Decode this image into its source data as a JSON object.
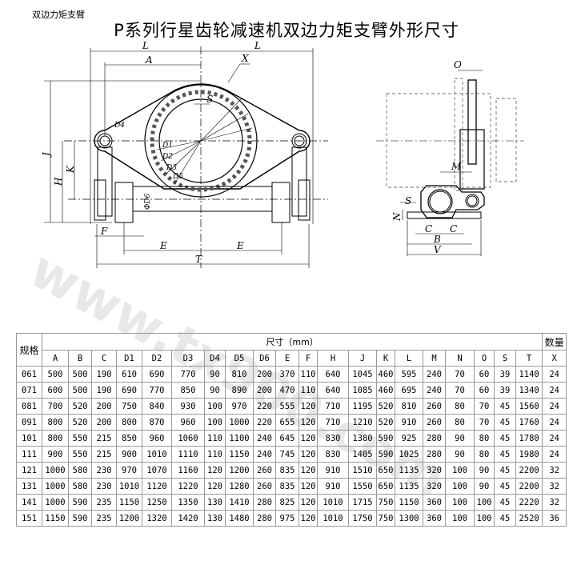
{
  "top_label": "双边力矩支臂",
  "title": "P系列行星齿轮减速机双边力矩支臂外形尺寸",
  "watermark": "www.tx900.com",
  "drawing_labels": {
    "L": "L",
    "A": "A",
    "X": "X",
    "S": "S",
    "D4": "D4",
    "D1": "D1",
    "D2": "D2",
    "D3": "D3",
    "D5": "D5",
    "D6": "ΦD6",
    "J": "J",
    "H": "H",
    "K": "K",
    "F": "F",
    "E": "E",
    "T": "T",
    "O": "O",
    "M": "M",
    "N": "N",
    "C": "C",
    "B": "B",
    "V": "V"
  },
  "table": {
    "spec_header": "规格",
    "dims_header": "尺寸（mm）",
    "qty_header": "数量",
    "columns": [
      "A",
      "B",
      "C",
      "D1",
      "D2",
      "D3",
      "D4",
      "D5",
      "D6",
      "E",
      "F",
      "H",
      "J",
      "K",
      "L",
      "M",
      "N",
      "O",
      "S",
      "T",
      "X"
    ],
    "rows": [
      [
        "061",
        "500",
        "500",
        "190",
        "610",
        "690",
        "770",
        "90",
        "810",
        "200",
        "370",
        "110",
        "640",
        "1045",
        "460",
        "595",
        "240",
        "70",
        "60",
        "39",
        "1140",
        "24"
      ],
      [
        "071",
        "600",
        "500",
        "190",
        "690",
        "770",
        "850",
        "90",
        "890",
        "200",
        "470",
        "110",
        "640",
        "1085",
        "460",
        "695",
        "240",
        "70",
        "60",
        "39",
        "1340",
        "24"
      ],
      [
        "081",
        "700",
        "520",
        "200",
        "750",
        "840",
        "930",
        "100",
        "970",
        "220",
        "555",
        "120",
        "710",
        "1195",
        "520",
        "810",
        "260",
        "80",
        "70",
        "45",
        "1560",
        "24"
      ],
      [
        "091",
        "800",
        "520",
        "200",
        "800",
        "870",
        "960",
        "100",
        "1000",
        "220",
        "655",
        "120",
        "710",
        "1210",
        "520",
        "910",
        "260",
        "80",
        "70",
        "45",
        "1760",
        "24"
      ],
      [
        "101",
        "800",
        "550",
        "215",
        "850",
        "960",
        "1060",
        "110",
        "1100",
        "240",
        "645",
        "120",
        "830",
        "1380",
        "590",
        "925",
        "280",
        "90",
        "80",
        "45",
        "1780",
        "24"
      ],
      [
        "111",
        "900",
        "550",
        "215",
        "900",
        "1010",
        "1110",
        "110",
        "1150",
        "240",
        "745",
        "120",
        "830",
        "1405",
        "590",
        "1025",
        "280",
        "90",
        "80",
        "45",
        "1980",
        "24"
      ],
      [
        "121",
        "1000",
        "580",
        "230",
        "970",
        "1070",
        "1160",
        "120",
        "1200",
        "260",
        "835",
        "120",
        "910",
        "1510",
        "650",
        "1135",
        "320",
        "100",
        "90",
        "45",
        "2200",
        "32"
      ],
      [
        "131",
        "1000",
        "580",
        "230",
        "1010",
        "1120",
        "1220",
        "120",
        "1280",
        "260",
        "835",
        "120",
        "910",
        "1550",
        "650",
        "1135",
        "320",
        "100",
        "90",
        "45",
        "2200",
        "32"
      ],
      [
        "141",
        "1000",
        "590",
        "235",
        "1150",
        "1250",
        "1350",
        "130",
        "1410",
        "280",
        "825",
        "120",
        "1010",
        "1715",
        "750",
        "1150",
        "360",
        "100",
        "100",
        "45",
        "2220",
        "32"
      ],
      [
        "151",
        "1150",
        "590",
        "235",
        "1200",
        "1320",
        "1420",
        "130",
        "1480",
        "280",
        "975",
        "120",
        "1010",
        "1750",
        "750",
        "1300",
        "360",
        "100",
        "100",
        "45",
        "2520",
        "36"
      ]
    ]
  }
}
